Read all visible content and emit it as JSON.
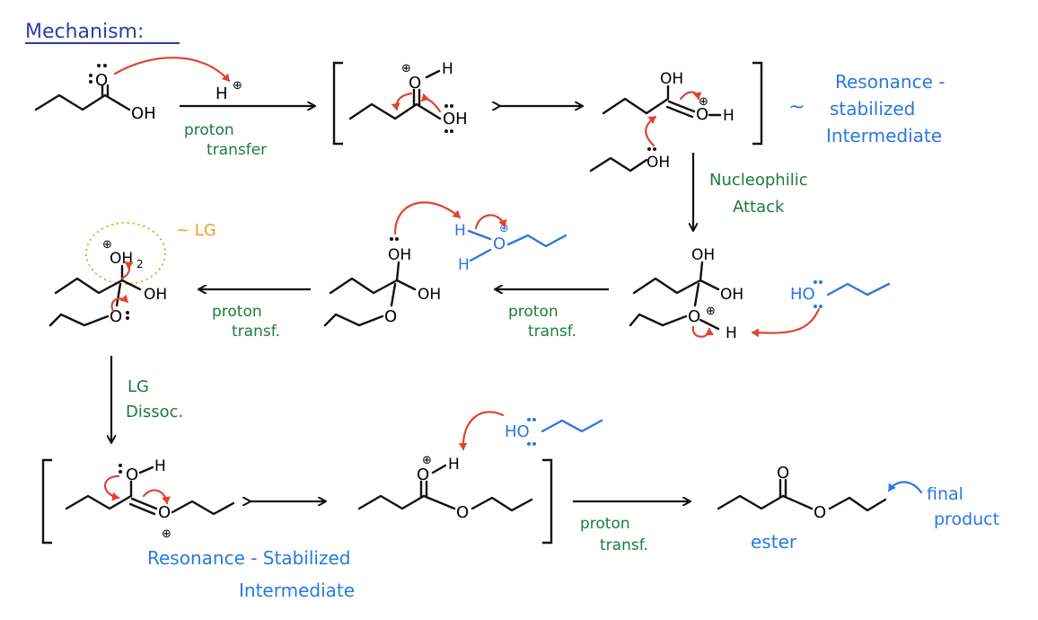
{
  "title": "Mechanism:",
  "colors": {
    "black": "#111111",
    "green": "#1f7a3c",
    "blue": "#2a78e0",
    "red": "#e0442f",
    "orange": "#f0a020",
    "title_blue": "#2a3fa8"
  },
  "atoms": {
    "oh": "OH",
    "o": "O",
    "h": "H",
    "h_plus": "H",
    "oh2": "OH",
    "sub2": "2",
    "ho": "HO"
  },
  "labels": {
    "proton_transfer_1": "proton",
    "proton_transfer_2": "transfer",
    "resonance_1": "Resonance -",
    "resonance_2": "stabilized",
    "resonance_3": "Intermediate",
    "resonance_tilde": "~",
    "nucleophilic_1": "Nucleophilic",
    "nucleophilic_2": "Attack",
    "proton_transf_1": "proton",
    "proton_transf_2": "transf.",
    "lg_tag": "~ LG",
    "lg_dissoc_1": "LG",
    "lg_dissoc_2": "Dissoc.",
    "resonance_bottom_1": "Resonance - Stabilized",
    "resonance_bottom_2": "Intermediate",
    "ester": "ester",
    "final_1": "final",
    "final_2": "product"
  }
}
